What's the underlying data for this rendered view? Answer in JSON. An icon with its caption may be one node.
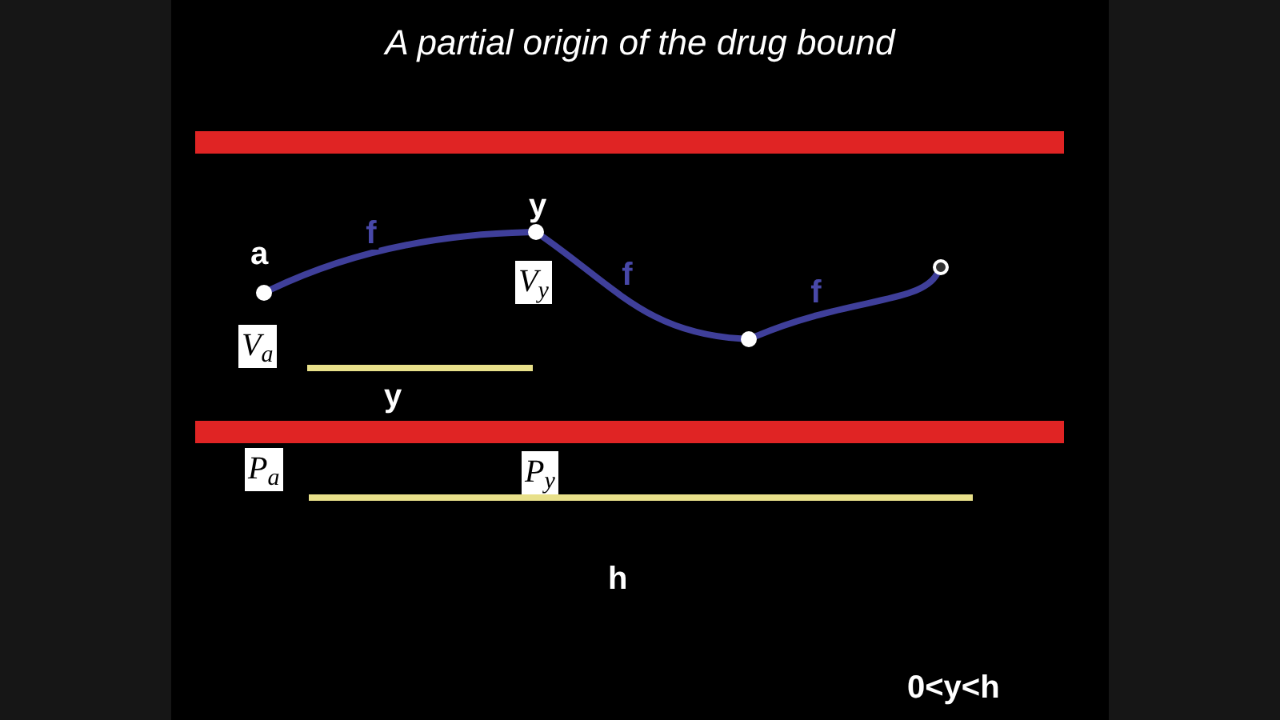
{
  "diagram": {
    "title": "A partial origin of the drug bound",
    "nodes": [
      {
        "text": [],
        "shape": "circle",
        "beside": [
          "a"
        ]
      },
      {
        "text": [],
        "shape": "circle",
        "beside": [
          "y"
        ]
      },
      {
        "text": [],
        "shape": "circle"
      },
      {
        "text": [],
        "shape": "circle"
      }
    ],
    "edges": [
      {
        "from": 0,
        "to": 1,
        "arrow": "none",
        "label": "f"
      },
      {
        "from": 1,
        "to": 2,
        "arrow": "none",
        "label": "f"
      },
      {
        "from": 2,
        "to": 3,
        "arrow": "none",
        "label": "f"
      }
    ],
    "labels": [
      "V$_{y}$",
      "V$_{a}$",
      "y",
      "P$_{a}$",
      "P$_{y}$",
      "h",
      "0<y<h"
    ]
  }
}
